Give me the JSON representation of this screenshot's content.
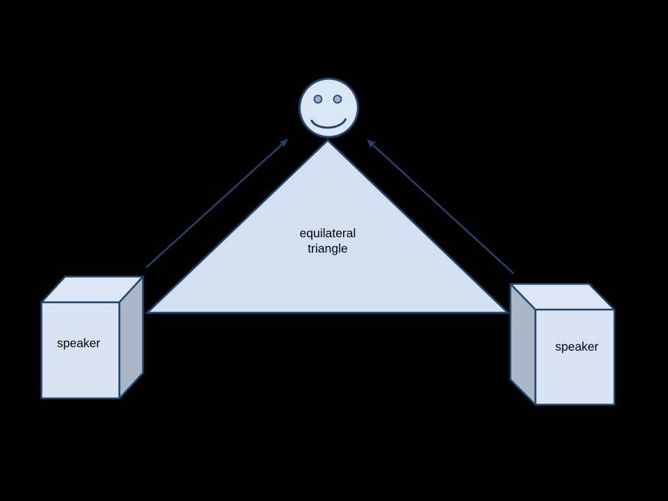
{
  "diagram": {
    "description_icon": "smiley-face-icon",
    "labels": {
      "triangle_line1": "equilateral",
      "triangle_line2": "triangle",
      "left_speaker": "speaker",
      "right_speaker": "speaker"
    }
  },
  "colors": {
    "background": "#000000",
    "outline": "#1d476f",
    "arrow": "#1d476f",
    "shape-fill": "#d2e0f1",
    "face-fill": "#d9e6f5",
    "box-front-fill": "#d8e4f3",
    "box-top-fill": "#dce7f5",
    "box-side-fill": "#a9b6c8",
    "eye-fill": "#9db2ca",
    "label-color": "#000000"
  }
}
